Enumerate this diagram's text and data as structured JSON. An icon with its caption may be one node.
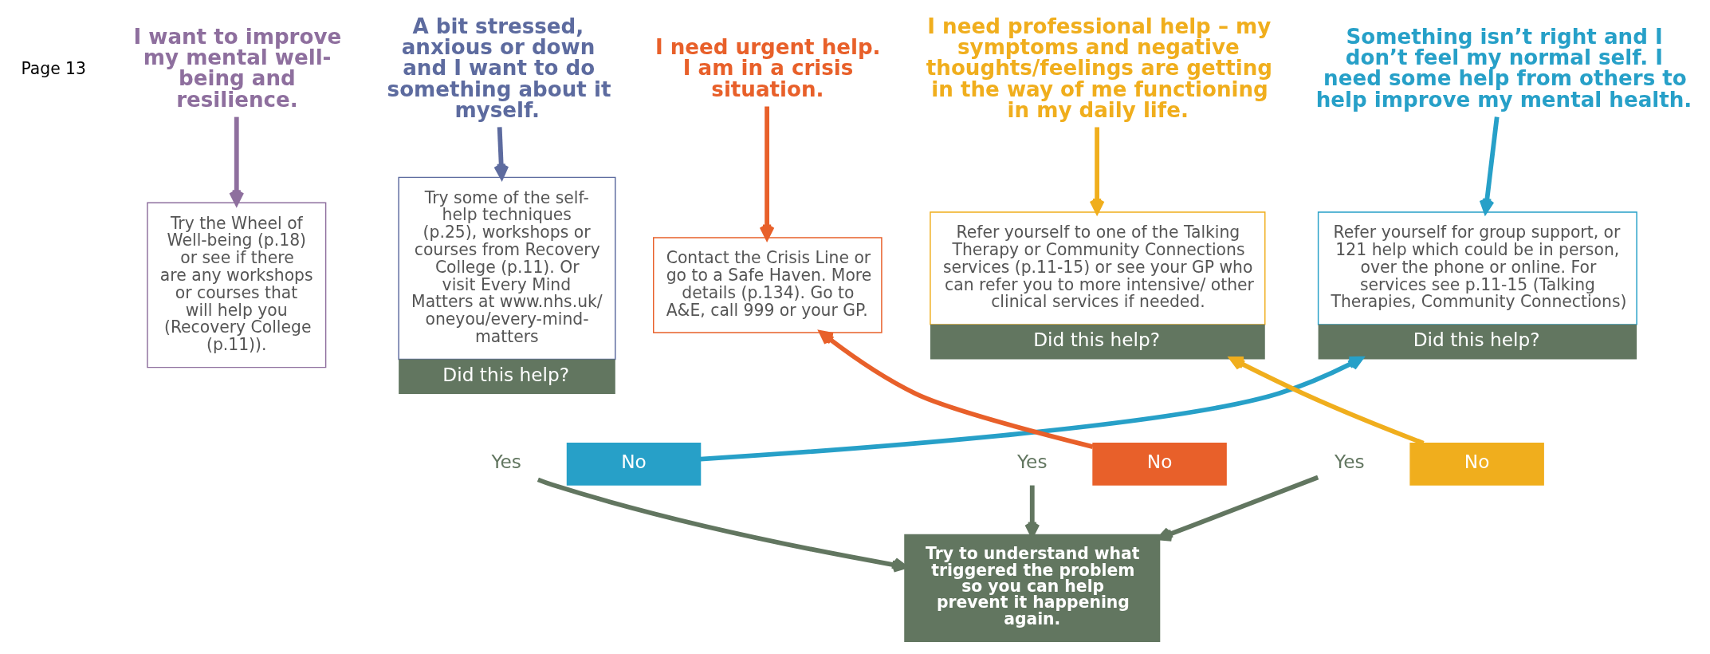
{
  "diagram": {
    "nodes": [
      {
        "text": [
          "I want to improve my mental well-being and resilience."
        ]
      },
      {
        "text": [
          "Try the Wheel of Well-being (p.18) or see if there are any workshops or courses that will help you (Recovery College (p.11))."
        ]
      },
      {
        "text": [
          "A bit stressed, anxious or down and I want to do something about it myself."
        ]
      },
      {
        "text": [
          "Try some of the self-help techniques (p.25), workshops or courses from Recovery College (p.11). Or visit Every Mind Matters at www.nhs.uk/oneyou/every-mind-matters",
          "Did this help?"
        ]
      },
      {
        "text": [
          "Yes"
        ]
      },
      {
        "text": [
          "No"
        ]
      },
      {
        "text": [
          "Something isn’t right and I don’t feel my normal self. I need some help from others to help improve my mental health."
        ]
      },
      {
        "text": [
          "Refer yourself for group support, or 121 help which could be in person, over the phone or online. For services see p.11-15 (Talking Therapies, Community Connections)",
          "Did this help?"
        ]
      },
      {
        "text": [
          "Yes"
        ]
      },
      {
        "text": [
          "No"
        ]
      },
      {
        "text": [
          "I need professional help – my symptoms and negative thoughts/feelings are getting in the way of me functioning in my daily life."
        ]
      },
      {
        "text": [
          "Refer yourself to one of the Talking Therapy or Community Connections services (p.11-15) or see your GP who can refer you to more intensive/ other clinical services if needed.",
          "Did this help?"
        ]
      },
      {
        "text": [
          "Yes"
        ]
      },
      {
        "text": [
          "No"
        ]
      },
      {
        "text": [
          "I need urgent help. I am in a crisis situation."
        ]
      },
      {
        "text": [
          "Contact the Crisis Line or go to a Safe Haven. More details (p.134). Go to A&E, call 999 or your GP."
        ]
      },
      {
        "text": [
          "Try to understand what triggered the problem so you can help prevent it happening again."
        ]
      }
    ],
    "edges": [
      {
        "from": 0,
        "to": 1,
        "arrow": "to",
        "color": "#8e6f9e"
      },
      {
        "from": 2,
        "to": 3,
        "arrow": "to",
        "color": "#5d6b9f"
      },
      {
        "from": 6,
        "to": 7,
        "arrow": "to",
        "color": "#27a0c8"
      },
      {
        "from": 10,
        "to": 11,
        "arrow": "to",
        "color": "#f0ae1d"
      },
      {
        "from": 14,
        "to": 15,
        "arrow": "to",
        "color": "#e8602a"
      },
      {
        "from": 5,
        "to": 7,
        "arrow": "to",
        "color": "#27a0c8"
      },
      {
        "from": 9,
        "to": 11,
        "arrow": "to",
        "color": "#f0ae1d"
      },
      {
        "from": 13,
        "to": 15,
        "arrow": "to",
        "color": "#e8602a"
      },
      {
        "from": 4,
        "to": 16,
        "arrow": "to"
      },
      {
        "from": 8,
        "to": 16,
        "arrow": "to"
      },
      {
        "from": 12,
        "to": 16,
        "arrow": "to"
      }
    ],
    "labels": [
      "Page 13"
    ]
  }
}
